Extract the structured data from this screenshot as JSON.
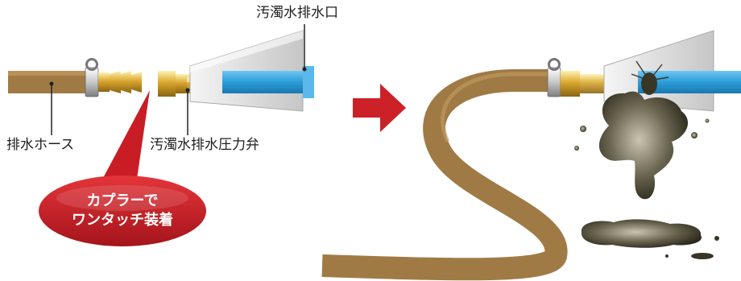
{
  "labels": {
    "outlet": "汚濁水排水口",
    "hose": "排水ホース",
    "valve": "汚濁水排水圧力弁",
    "callout_line1": "カプラーで",
    "callout_line2": "ワンタッチ装着"
  },
  "colors": {
    "hose": "#a07a45",
    "brass": "#d7a734",
    "outlet_blue": "#2b9cd8",
    "callout_red": "#c91d25",
    "arrow_red": "#cc2129",
    "dirty_water": "#3a3626"
  },
  "icons": {
    "arrow": "right-arrow-icon"
  }
}
